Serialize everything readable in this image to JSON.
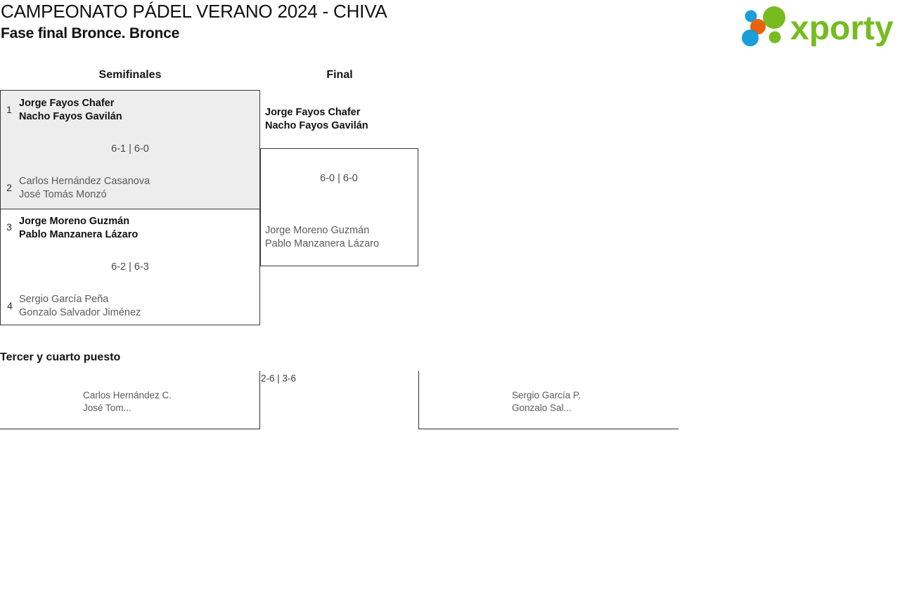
{
  "header": {
    "tournament_title": "CAMPEONATO PÁDEL VERANO 2024 - CHIVA",
    "phase_title": "Fase final Bronce. Bronce",
    "logo_text": "xporty",
    "logo_colors": {
      "green": "#76bc21",
      "blue": "#1b9dd9",
      "orange": "#e8620c"
    }
  },
  "rounds": [
    {
      "label": "Semifinales"
    },
    {
      "label": "Final"
    }
  ],
  "semifinals": [
    {
      "highlighted": true,
      "score": "6-1 | 6-0",
      "teams": [
        {
          "seed": "1",
          "winner": true,
          "player1": "Jorge Fayos Chafer",
          "player2": "Nacho Fayos Gavilán"
        },
        {
          "seed": "2",
          "winner": false,
          "player1": "Carlos Hernández Casanova",
          "player2": "José Tomás Monzó"
        }
      ]
    },
    {
      "highlighted": false,
      "score": "6-2 | 6-3",
      "teams": [
        {
          "seed": "3",
          "winner": true,
          "player1": "Jorge Moreno Guzmán",
          "player2": "Pablo Manzanera Lázaro"
        },
        {
          "seed": "4",
          "winner": false,
          "player1": "Sergio García Peña",
          "player2": "Gonzalo Salvador Jiménez"
        }
      ]
    }
  ],
  "final": {
    "score": "6-0 | 6-0",
    "teams": [
      {
        "winner": true,
        "player1": "Jorge Fayos Chafer",
        "player2": "Nacho Fayos Gavilán"
      },
      {
        "winner": false,
        "player1": "Jorge Moreno Guzmán",
        "player2": "Pablo Manzanera Lázaro"
      }
    ]
  },
  "third_place": {
    "title": "Tercer y cuarto puesto",
    "score": "2-6 | 3-6",
    "teams": [
      {
        "player1": "Carlos Hernández C.",
        "player2": "José Tom..."
      },
      {
        "player1": "Sergio García P.",
        "player2": "Gonzalo Sal..."
      }
    ]
  }
}
